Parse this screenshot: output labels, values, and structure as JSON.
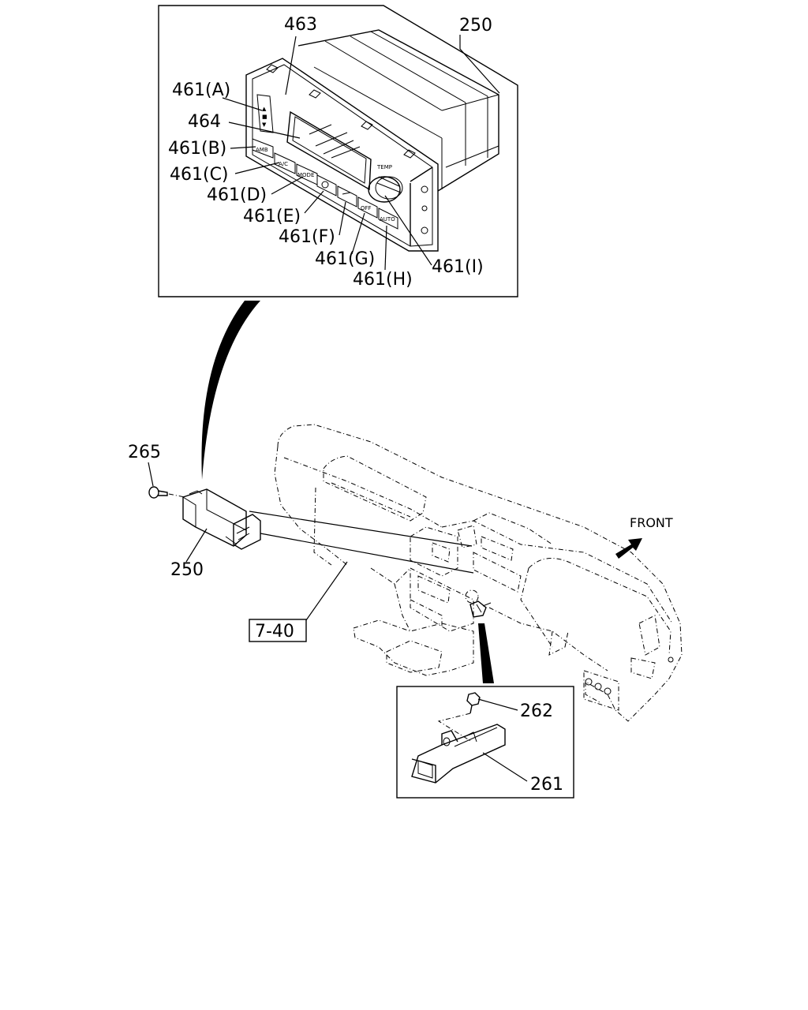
{
  "callouts": {
    "top_panel_unit": "250",
    "display_window": "463",
    "display": "464",
    "button_a": "461(A)",
    "button_b": "461(B)",
    "button_c": "461(C)",
    "button_d": "461(D)",
    "button_e": "461(E)",
    "button_f": "461(F)",
    "button_g": "461(G)",
    "button_h": "461(H)",
    "knob_i": "461(I)",
    "screw": "265",
    "unit_main": "250",
    "dashboard_ref": "7-40",
    "clip_screw": "262",
    "bracket": "261"
  },
  "button_labels": {
    "amb": "AMB",
    "ac": "A/C",
    "mode": "MODE",
    "off": "OFF",
    "auto": "AUTO",
    "temp": "TEMP"
  },
  "direction": {
    "front": "FRONT"
  }
}
